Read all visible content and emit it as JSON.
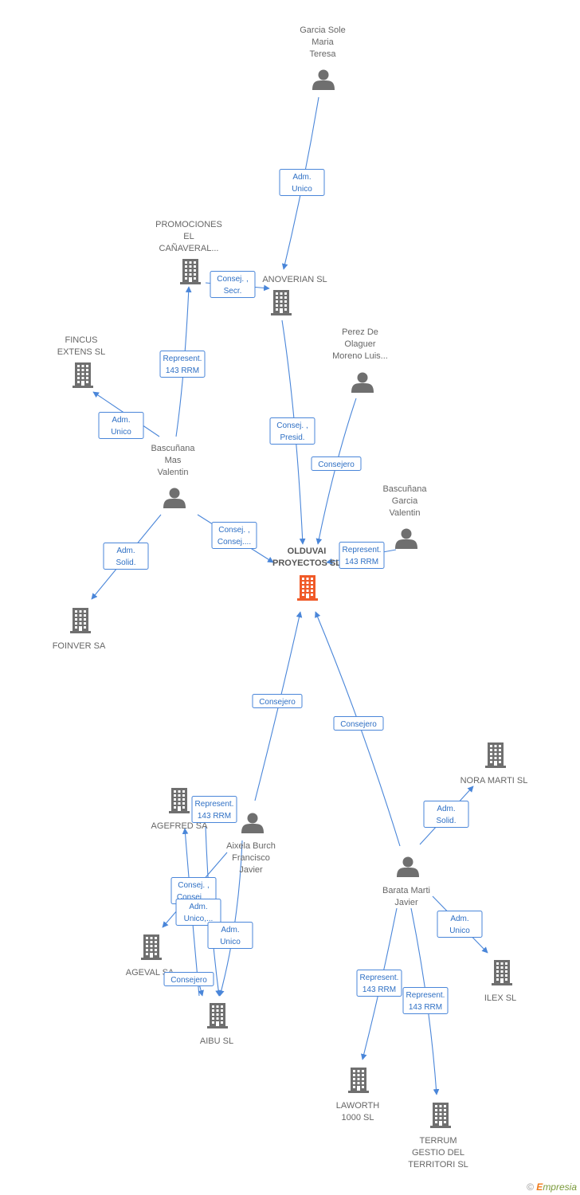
{
  "colors": {
    "edge": "#4a86d9",
    "edge_text": "#2e6fc4",
    "node_icon": "#6f6f6f",
    "main_node_icon": "#f05a28",
    "label_text": "#666666"
  },
  "nodes": [
    {
      "id": "garcia",
      "type": "person",
      "label": [
        "Garcia Sole",
        "Maria",
        "Teresa"
      ]
    },
    {
      "id": "promo",
      "type": "company",
      "label": [
        "PROMOCIONES",
        "EL",
        "CAÑAVERAL..."
      ]
    },
    {
      "id": "anoverian",
      "type": "company",
      "label": [
        "ANOVERIAN SL"
      ]
    },
    {
      "id": "fincus",
      "type": "company",
      "label": [
        "FINCUS",
        "EXTENS SL"
      ]
    },
    {
      "id": "perez",
      "type": "person",
      "label": [
        "Perez De",
        "Olaguer",
        "Moreno Luis..."
      ]
    },
    {
      "id": "bmv",
      "type": "person",
      "label": [
        "Bascuñana",
        "Mas",
        "Valentin"
      ]
    },
    {
      "id": "bgv",
      "type": "person",
      "label": [
        "Bascuñana",
        "Garcia",
        "Valentin"
      ]
    },
    {
      "id": "olduvai",
      "type": "company",
      "main": true,
      "label": [
        "OLDUVAI",
        "PROYECTOS SL"
      ]
    },
    {
      "id": "foinver",
      "type": "company",
      "label": [
        "FOINVER SA"
      ]
    },
    {
      "id": "nora",
      "type": "company",
      "label": [
        "NORA MARTI SL"
      ]
    },
    {
      "id": "agefred",
      "type": "company",
      "label": [
        "AGEFRED SA"
      ]
    },
    {
      "id": "axiela",
      "type": "person",
      "label": [
        "Aixela Burch",
        "Francisco",
        "Javier"
      ]
    },
    {
      "id": "barata",
      "type": "person",
      "label": [
        "Barata Marti",
        "Javier"
      ]
    },
    {
      "id": "ageval",
      "type": "company",
      "label": [
        "AGEVAL SA"
      ]
    },
    {
      "id": "ilex",
      "type": "company",
      "label": [
        "ILEX SL"
      ]
    },
    {
      "id": "aibu",
      "type": "company",
      "label": [
        "AIBU SL"
      ]
    },
    {
      "id": "lawworth",
      "type": "company",
      "label": [
        "LAWORTH",
        "1000 SL"
      ]
    },
    {
      "id": "terrum",
      "type": "company",
      "label": [
        "TERRUM",
        "GESTIO DEL",
        "TERRITORI SL"
      ]
    }
  ],
  "edges": [
    {
      "from": "garcia",
      "to": "anoverian",
      "label": [
        "Adm.",
        "Unico"
      ]
    },
    {
      "from": "bmv",
      "to": "promo",
      "label": [
        "Represent.",
        "143 RRM"
      ]
    },
    {
      "from": "promo",
      "to": "anoverian",
      "label": [
        "Consej. ,",
        "Secr."
      ]
    },
    {
      "from": "bmv",
      "to": "fincus",
      "label": [
        "Adm.",
        "Unico"
      ]
    },
    {
      "from": "anoverian",
      "to": "olduvai",
      "label": [
        "Consej. ,",
        "Presid."
      ]
    },
    {
      "from": "perez",
      "to": "olduvai",
      "label": [
        "Consejero"
      ]
    },
    {
      "from": "bmv",
      "to": "olduvai",
      "label": [
        "Consej. ,",
        "Consej...."
      ]
    },
    {
      "from": "bgv",
      "to": "olduvai",
      "label": [
        "Represent.",
        "143 RRM"
      ]
    },
    {
      "from": "bmv",
      "to": "foinver",
      "label": [
        "Adm.",
        "Solid."
      ]
    },
    {
      "from": "axiela",
      "to": "olduvai",
      "label": [
        "Consejero"
      ]
    },
    {
      "from": "barata",
      "to": "olduvai",
      "label": [
        "Consejero"
      ]
    },
    {
      "from": "barata",
      "to": "nora",
      "label": [
        "Adm.",
        "Solid."
      ]
    },
    {
      "from": "agefred",
      "to": "aibu",
      "label": [
        "Represent.",
        "143 RRM"
      ]
    },
    {
      "from": "axiela",
      "to": "ageval",
      "label": [
        "Consej. ,",
        "Consej...."
      ]
    },
    {
      "from": "ageval",
      "to": "agefred",
      "label": [
        "Adm.",
        "Unico,..."
      ]
    },
    {
      "from": "axiela",
      "to": "aibu",
      "label": [
        "Adm.",
        "Unico"
      ]
    },
    {
      "from": "ageval",
      "to": "aibu",
      "label": [
        "Consejero"
      ]
    },
    {
      "from": "barata",
      "to": "ilex",
      "label": [
        "Adm.",
        "Unico"
      ]
    },
    {
      "from": "barata",
      "to": "lawworth",
      "label": [
        "Represent.",
        "143 RRM"
      ]
    },
    {
      "from": "barata",
      "to": "terrum",
      "label": [
        "Represent.",
        "143 RRM"
      ]
    }
  ],
  "brand": {
    "copyright": "©",
    "e": "E",
    "rest": "mpresia"
  }
}
